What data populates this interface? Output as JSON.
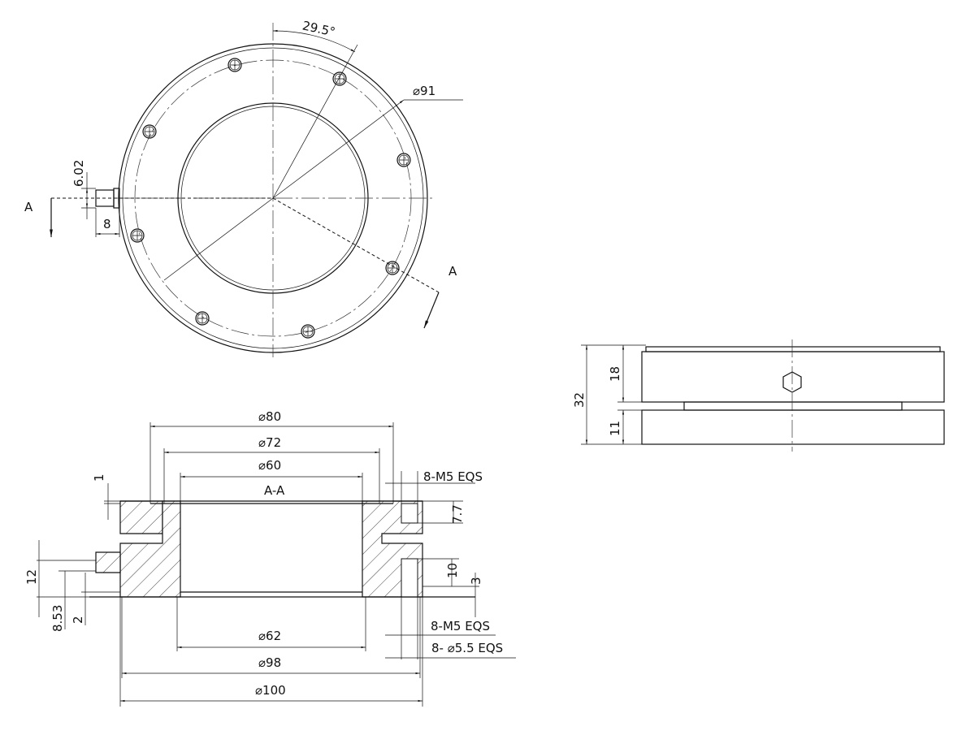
{
  "top_view": {
    "angle_label": "29.5°",
    "bolt_circle_label": "⌀91",
    "connector_height_label": "6.02",
    "connector_length_label": "8",
    "section_marker_left": "A",
    "section_marker_right": "A"
  },
  "section_view": {
    "title": "A-A",
    "dia_80": "⌀80",
    "dia_72": "⌀72",
    "dia_60": "⌀60",
    "dia_62": "⌀62",
    "dia_98": "⌀98",
    "dia_100": "⌀100",
    "step_1": "1",
    "height_12": "12",
    "height_8_53": "8.53",
    "height_2": "2",
    "thread_top": "8-M5 EQS",
    "depth_7_7": "7.7",
    "depth_10": "10",
    "depth_3": "3",
    "thread_bottom": "8-M5 EQS",
    "through_holes": "8- ⌀5.5 EQS"
  },
  "side_view": {
    "total_height": "32",
    "upper_height": "18",
    "lower_height": "11"
  }
}
